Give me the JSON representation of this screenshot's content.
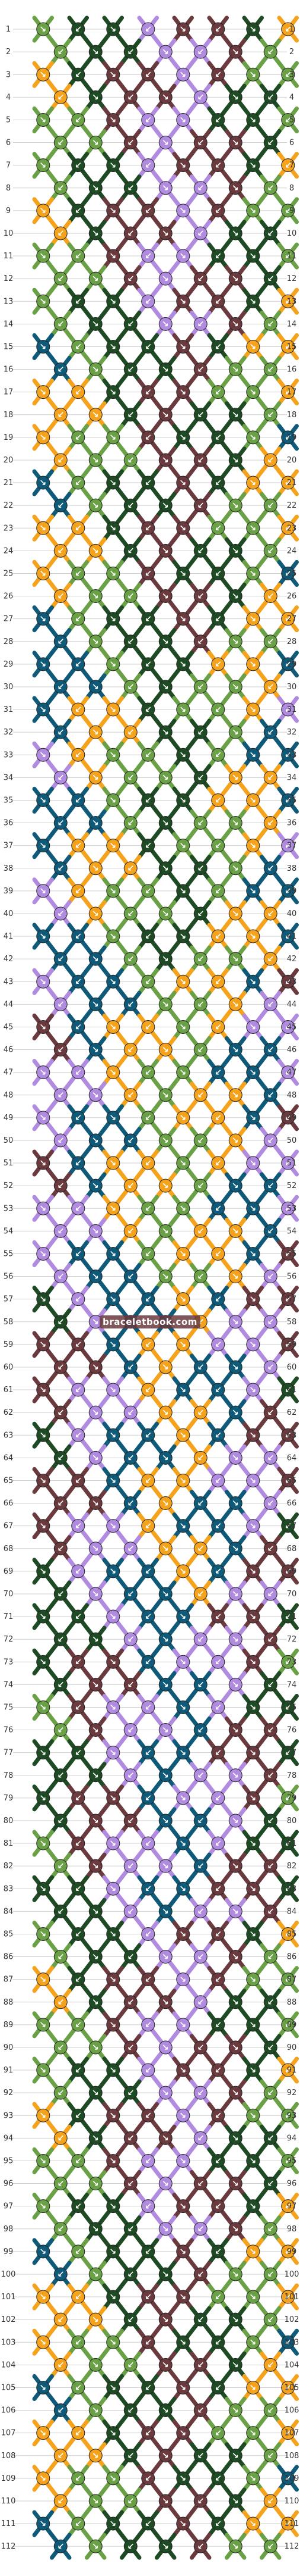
{
  "watermark": "braceletbook.com",
  "row_numbers": [
    1,
    2,
    3,
    4,
    5,
    6,
    7,
    8,
    9,
    10,
    11,
    12,
    13,
    14,
    15,
    16,
    17,
    18,
    19,
    20,
    21,
    22,
    23,
    24,
    25,
    26,
    27,
    28,
    29,
    30,
    31,
    32,
    33,
    34,
    35,
    36,
    37,
    38,
    39,
    40,
    41,
    42,
    43,
    44,
    45,
    46,
    47,
    48,
    49,
    50,
    51,
    52,
    53,
    54,
    55,
    56,
    57,
    58,
    59,
    60,
    61,
    62,
    63,
    64,
    65,
    66,
    67,
    68,
    69,
    70,
    71,
    72,
    73,
    74,
    75,
    76,
    77,
    78,
    79,
    80,
    81,
    82,
    83,
    84,
    85,
    86,
    87,
    88,
    89,
    90,
    91,
    92,
    93,
    94,
    95,
    96,
    97,
    98,
    99,
    100,
    101,
    102,
    103,
    104,
    105,
    106,
    107,
    108,
    109,
    110,
    111,
    112
  ],
  "colors": {
    "A": "#b08be0",
    "B": "#6a3a3e",
    "C": "#1e4a24",
    "D": "#6aa046",
    "E": "#f5a21c",
    "F": "#0f5a78",
    "background": "#ffffff",
    "row_line": "#cfcfcf"
  },
  "strings": 16,
  "knot_symbol": "arrow-icon"
}
